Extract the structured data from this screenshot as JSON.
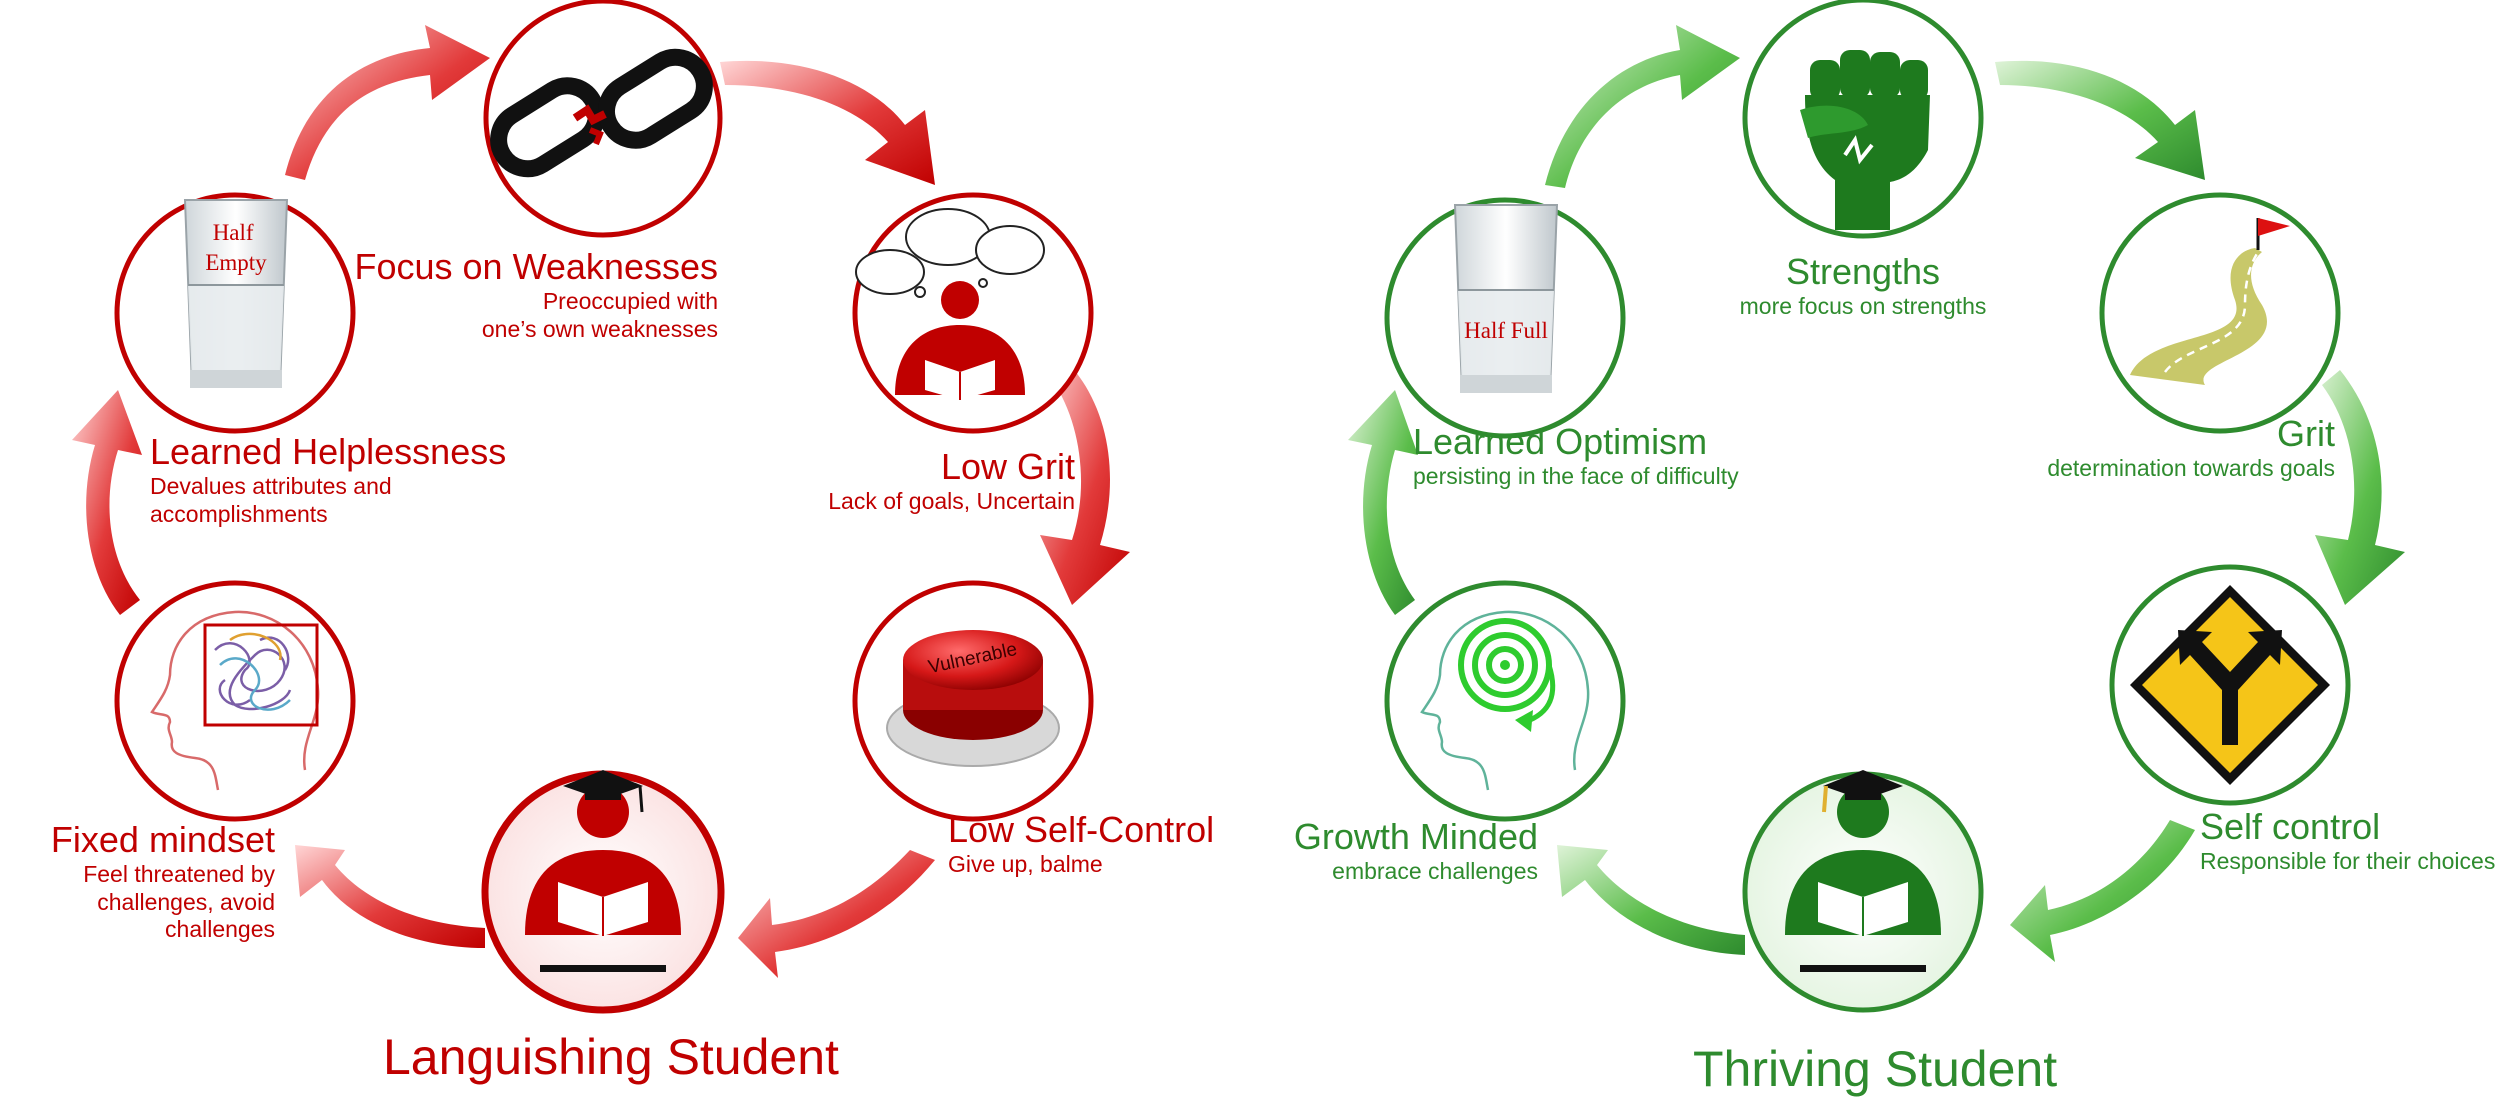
{
  "colors": {
    "languishing": "#c00000",
    "thriving": "#2e8b2e",
    "fist": "#1e7a1e",
    "road": "#c8c86a",
    "sign": "#f5c518"
  },
  "languishing": {
    "title": "Languishing Student",
    "glass_label": "Half\nEmpty",
    "button_label": "Vulnerable",
    "nodes": {
      "focus_weak": {
        "title": "Focus on Weaknesses",
        "sub": "Preoccupied with\none’s own weaknesses",
        "icon": "broken-chain-icon"
      },
      "low_grit": {
        "title": "Low Grit",
        "sub": "Lack of goals, Uncertain",
        "icon": "thinking-student-icon"
      },
      "low_self_control": {
        "title": "Low Self-Control",
        "sub": "Give up, balme",
        "icon": "vulnerable-button-icon"
      },
      "student": {
        "icon": "graduate-student-icon"
      },
      "fixed": {
        "title": "Fixed mindset",
        "sub": "Feel threatened by\nchallenges, avoid challenges",
        "icon": "tangled-brain-head-icon"
      },
      "helpless": {
        "title": "Learned Helplessness",
        "sub": "Devalues attributes and\naccomplishments",
        "icon": "half-empty-glass-icon"
      }
    }
  },
  "thriving": {
    "title": "Thriving Student",
    "glass_label": "Half Full",
    "nodes": {
      "strengths": {
        "title": "Strengths",
        "sub": "more focus on strengths",
        "icon": "raised-fist-icon"
      },
      "grit": {
        "title": "Grit",
        "sub": "determination towards goals",
        "icon": "winding-road-flag-icon"
      },
      "self_control": {
        "title": "Self control",
        "sub": "Responsible for their choices",
        "icon": "fork-road-sign-icon"
      },
      "student": {
        "icon": "graduate-student-icon"
      },
      "growth": {
        "title": "Growth Minded",
        "sub": "embrace challenges",
        "icon": "spiral-head-icon"
      },
      "optimism": {
        "title": "Learned Optimism",
        "sub": "persisting in the face of difficulty",
        "icon": "half-full-glass-icon"
      }
    }
  }
}
